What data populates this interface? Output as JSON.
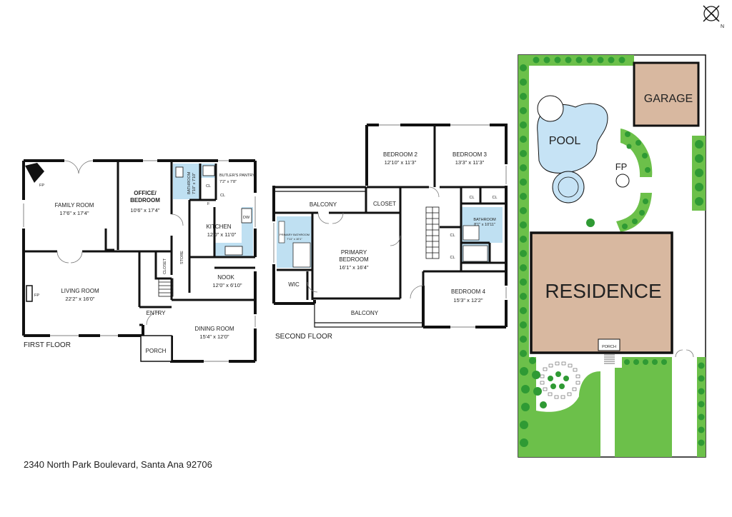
{
  "compass": {
    "icon": "compass-icon",
    "label": "N"
  },
  "first_floor": {
    "title": "FIRST FLOOR",
    "fireplace_top": "FP",
    "fireplace_living": "FP",
    "family_room": {
      "name": "FAMILY ROOM",
      "dims": "17'6\" x 17'4\""
    },
    "office": {
      "name_line1": "OFFICE/",
      "name_line2": "BEDROOM",
      "dims": "10'6\" x 17'4\""
    },
    "bathroom": {
      "name": "BATHROOM",
      "dims": "7'10\" x 7'10\""
    },
    "butlers_pantry": {
      "name": "BUTLER'S PANTRY",
      "dims": "7'2\" x 7'8\""
    },
    "cl1": "CL",
    "cl2": "CL",
    "f": "F",
    "dw": "DW",
    "kitchen": {
      "name": "KITCHEN",
      "dims": "12'0\" x 11'0\""
    },
    "store": "STORE",
    "closet": "CLOSET",
    "nook": {
      "name": "NOOK",
      "dims": "12'0\" x 6'10\""
    },
    "living_room": {
      "name": "LIVING ROOM",
      "dims": "22'2\" x 16'0\""
    },
    "entry": "ENTRY",
    "dining_room": {
      "name": "DINING ROOM",
      "dims": "15'4\" x 12'0\""
    },
    "porch": "PORCH"
  },
  "second_floor": {
    "title": "SECOND FLOOR",
    "bedroom2": {
      "name": "BEDROOM 2",
      "dims": "12'10\" x 11'3\""
    },
    "bedroom3": {
      "name": "BEDROOM 3",
      "dims": "13'3\" x 11'3\""
    },
    "balcony_top": "BALCONY",
    "closet": "CLOSET",
    "cl_a": "CL",
    "cl_b": "CL",
    "cl_c": "CL",
    "cl_d": "CL",
    "bathroom": {
      "name": "BATHROOM",
      "dims": "8'1\" x 10'11\""
    },
    "primary_bathroom": {
      "name": "PRIMARY BATHROOM",
      "dims": "7'11\" x 10'1\""
    },
    "primary_bedroom": {
      "name_line1": "PRIMARY",
      "name_line2": "BEDROOM",
      "dims": "16'1\" x 16'4\""
    },
    "wic": "WIC",
    "bedroom4": {
      "name": "BEDROOM 4",
      "dims": "15'3\" x 12'2\""
    },
    "balcony_bottom": "BALCONY"
  },
  "site": {
    "garage": "GARAGE",
    "pool": "POOL",
    "fp": "FP",
    "residence": "RESIDENCE",
    "porch": "PORCH"
  },
  "address": "2340 North Park Boulevard, Santa Ana 92706",
  "colors": {
    "wall": "#111111",
    "bath_blue": "#bfe0f2",
    "lawn": "#6cc04a",
    "shrub": "#2f9a34",
    "building": "#d8b8a0",
    "pool": "#c6e3f5"
  }
}
